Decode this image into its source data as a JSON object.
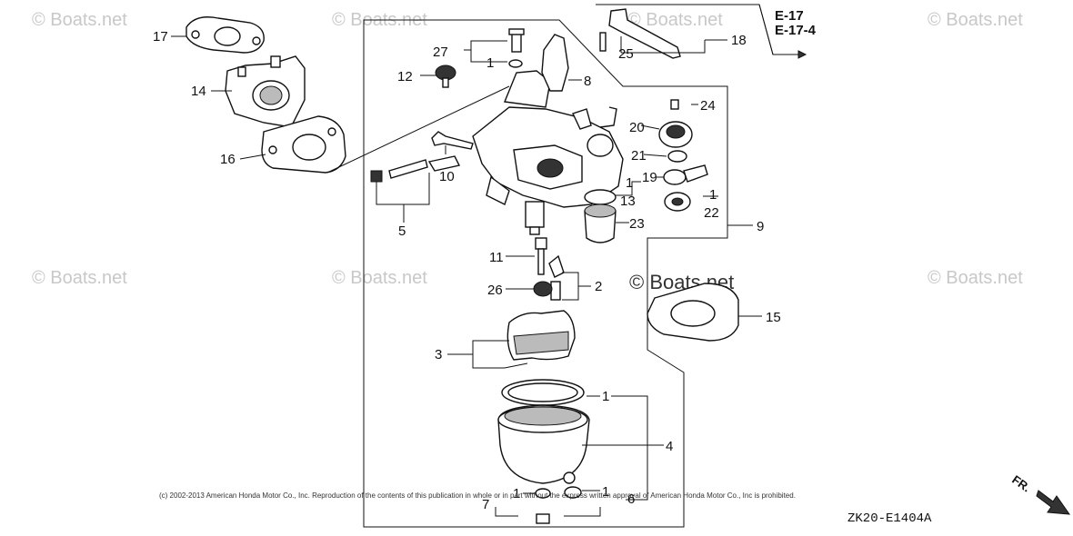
{
  "diagram": {
    "refs": [
      "E-17",
      "E-17-4"
    ],
    "drawing_code": "ZK20-E1404A",
    "direction_label": "FR.",
    "copyright": "(c) 2002-2013 American Honda Motor Co., Inc. Reproduction of the contents of this publication in whole or in part without the express written approval of American Honda Motor Co., Inc is prohibited.",
    "watermark": "© Boats.net",
    "part_labels": {
      "p1a": "1",
      "p1b": "1",
      "p1c": "1",
      "p1d": "1",
      "p1e": "1",
      "p1f": "1",
      "p2": "2",
      "p3": "3",
      "p4": "4",
      "p5": "5",
      "p6": "6",
      "p7": "7",
      "p8": "8",
      "p9": "9",
      "p10": "10",
      "p11": "11",
      "p12": "12",
      "p13": "13",
      "p14": "14",
      "p15": "15",
      "p16": "16",
      "p17": "17",
      "p18": "18",
      "p19": "19",
      "p20": "20",
      "p21": "21",
      "p22": "22",
      "p23": "23",
      "p24": "24",
      "p25": "25",
      "p26": "26",
      "p27": "27"
    }
  }
}
